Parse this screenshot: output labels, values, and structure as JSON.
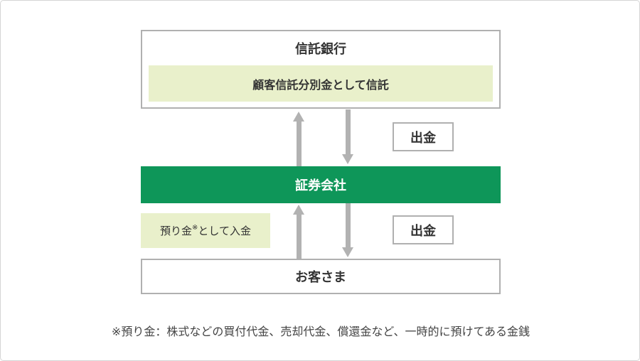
{
  "diagram": {
    "trust_bank": {
      "title": "信託銀行",
      "inner_label": "顧客信託分別金として信託"
    },
    "securities_company": {
      "title": "証券会社"
    },
    "customer": {
      "title": "お客さま"
    },
    "deposit": {
      "prefix": "預り金",
      "marker": "※",
      "suffix": "として入金"
    },
    "withdrawal_top": "出金",
    "withdrawal_bottom": "出金",
    "footnote": "※預り金：株式などの買付代金、売却代金、償還金など、一時的に預けてある金銭",
    "colors": {
      "accent_green": "#0e9659",
      "light_green": "#e9f0cb",
      "box_border_gray": "#b0b0b0",
      "arrow_gray": "#b2b2b2",
      "text_dark": "#333333"
    }
  }
}
